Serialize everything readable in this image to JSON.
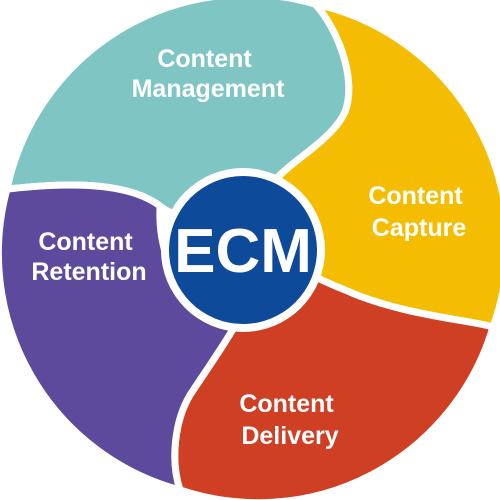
{
  "diagram": {
    "center": {
      "label": "ECM",
      "color": "#0e4a9a"
    },
    "segments": [
      {
        "id": "management",
        "lines": [
          "Content",
          "Management"
        ],
        "color": "#7fc5c4"
      },
      {
        "id": "capture",
        "lines": [
          "Content",
          "Capture"
        ],
        "color": "#f5bd02"
      },
      {
        "id": "delivery",
        "lines": [
          "Content",
          "Delivery"
        ],
        "color": "#cf3f24"
      },
      {
        "id": "retention",
        "lines": [
          "Content",
          "Retention"
        ],
        "color": "#5e4a9c"
      }
    ]
  }
}
